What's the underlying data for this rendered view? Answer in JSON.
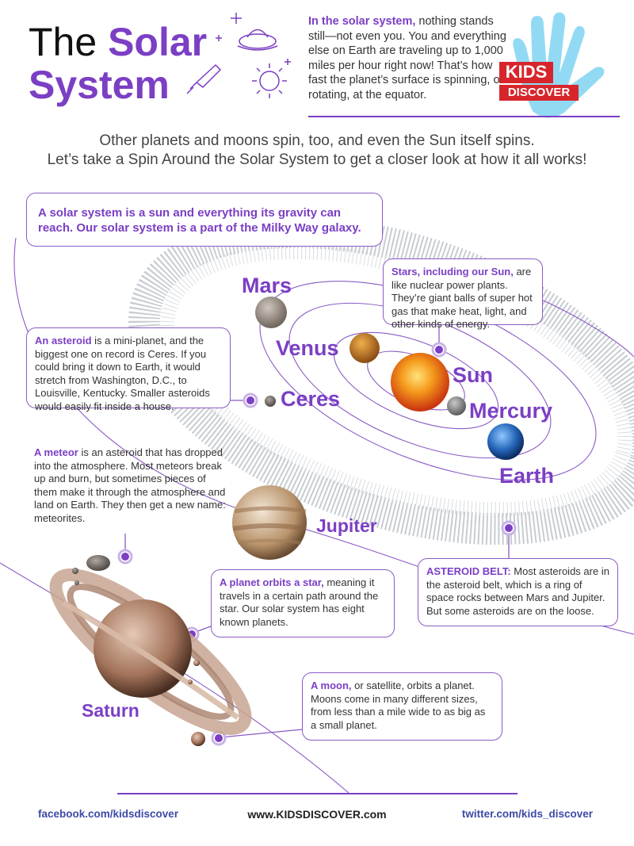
{
  "header": {
    "title_part1": "The",
    "title_part1_accent": "Solar",
    "title_part2": "System",
    "intro_lead": "In the solar system,",
    "intro_text": " nothing stands still—not even you. You and everything else on Earth are traveling up to 1,000 miles per hour right now! That’s how fast the planet’s surface is spinning, or rotating, at the equator.",
    "brand_line1": "KIDS",
    "brand_line2": "DISCOVER"
  },
  "subtitle": {
    "line1": "Other planets and moons spin, too, and even the Sun itself spins.",
    "line2": "Let’s take a Spin Around the Solar System to get a closer look at how it all works!"
  },
  "callouts": {
    "solar_system": "A solar system is a sun and everything its gravity can reach. Our solar system is a part of the Milky Way galaxy.",
    "stars_lead": "Stars, including our Sun,",
    "stars_text": " are like nuclear power plants. They’re giant balls of super hot gas that make heat, light, and other kinds of energy.",
    "asteroid_lead": "An asteroid",
    "asteroid_text": " is a mini-planet, and the biggest one on record is Ceres. If you could bring it down to Earth, it would stretch from Washington, D.C., to Louisville, Kentucky. Smaller asteroids would easily fit inside a house.",
    "meteor_lead": "A meteor",
    "meteor_text": " is an asteroid that has dropped into the atmosphere. Most meteors break up and burn, but sometimes pieces of them make it through the atmosphere and land on Earth. They then get a new name: meteorites.",
    "orbit_lead": "A planet orbits a star,",
    "orbit_text": " meaning it travels in a certain path around the star. Our solar system has eight known planets.",
    "belt_lead": "ASTEROID BELT:",
    "belt_text": " Most asteroids are in the asteroid belt, which is a ring of space rocks between Mars and Jupiter. But some asteroids are on the loose.",
    "moon_lead": "A moon,",
    "moon_text": " or satellite, orbits a planet. Moons come in many different sizes, from less than a mile wide to as big as a small planet."
  },
  "labels": {
    "mars": "Mars",
    "venus": "Venus",
    "sun": "Sun",
    "ceres": "Ceres",
    "mercury": "Mercury",
    "earth": "Earth",
    "jupiter": "Jupiter",
    "saturn": "Saturn"
  },
  "footer": {
    "facebook": "facebook.com/kidsdiscover",
    "site": "www.KIDSDISCOVER.com",
    "twitter": "twitter.com/kids_discover"
  },
  "colors": {
    "accent": "#7b3fc4",
    "brand_red": "#d7262b",
    "footer_link": "#3d4aa5"
  }
}
